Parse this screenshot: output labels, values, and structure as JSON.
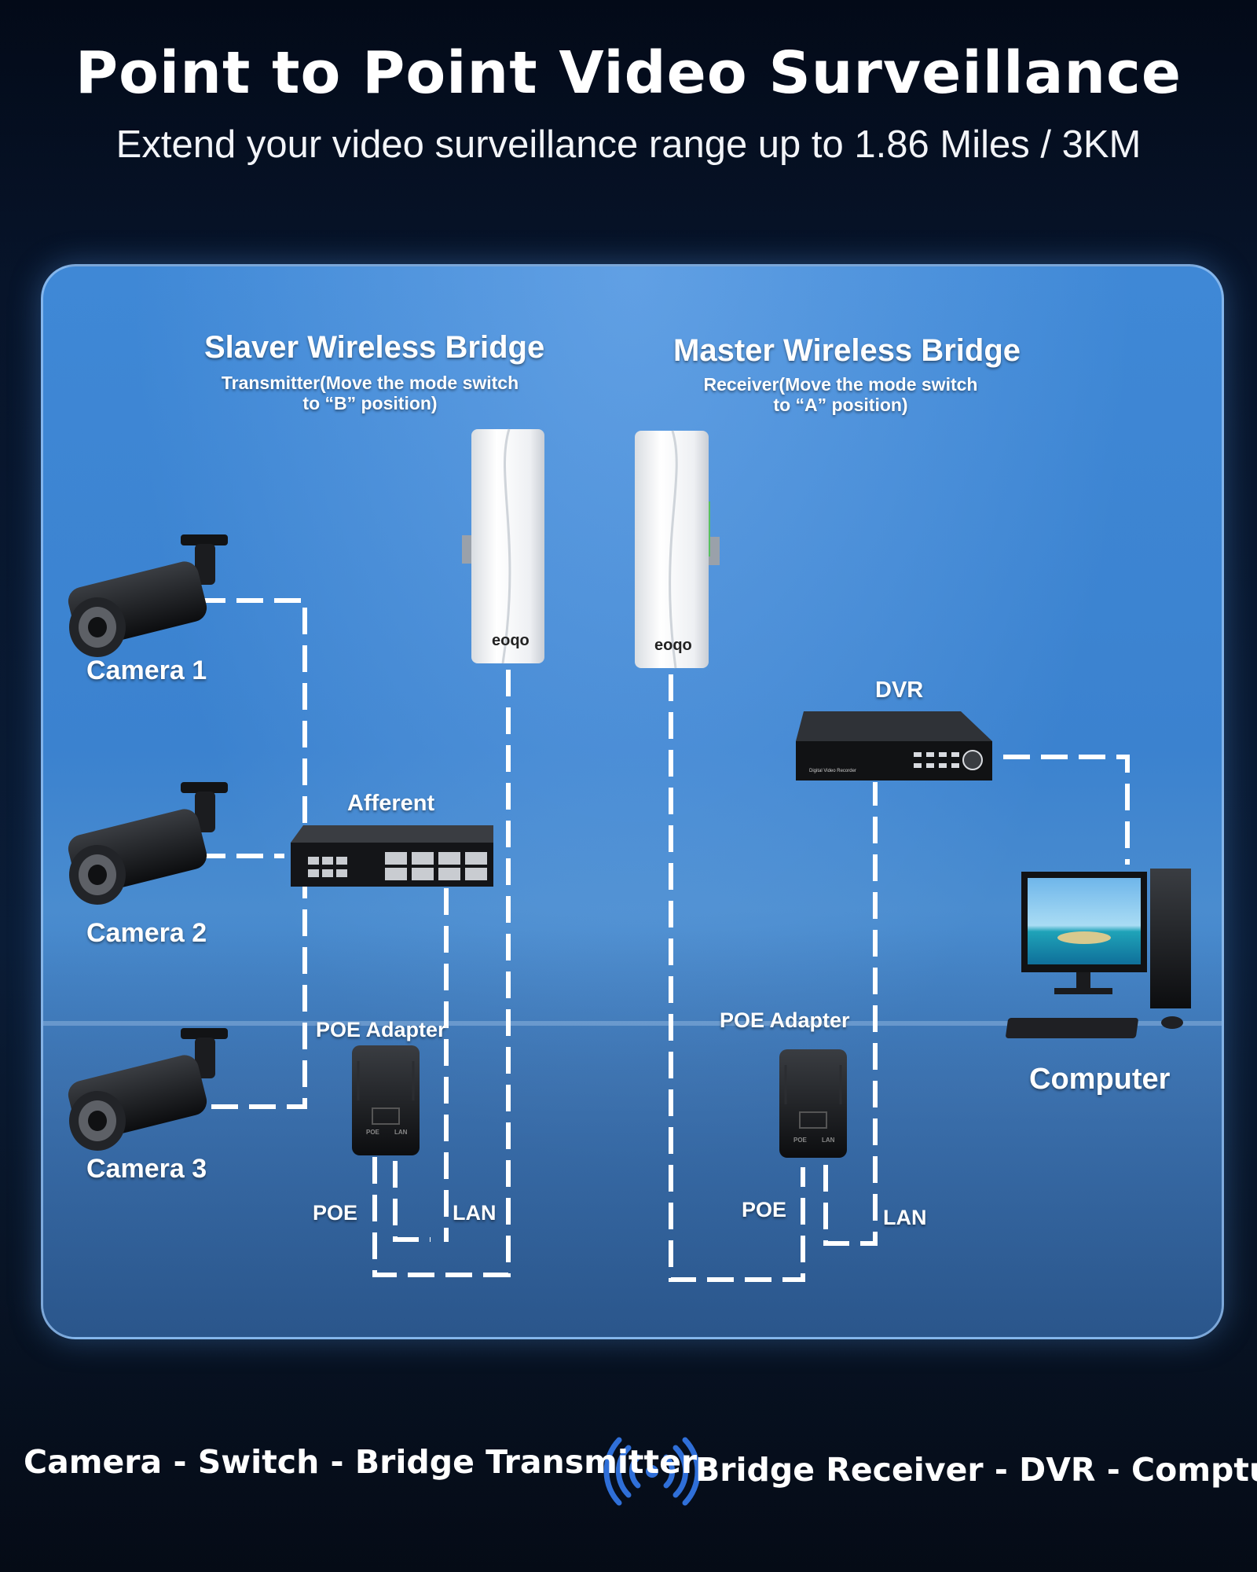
{
  "header": {
    "title": "Point to Point Video Surveillance",
    "subtitle": "Extend your video surveillance range up to 1.86 Miles / 3KM"
  },
  "bridges": {
    "slaver": {
      "title": "Slaver Wireless Bridge",
      "note_line1": "Transmitter(Move the mode switch",
      "note_line2": "to “B” position)",
      "brand": "eoqo"
    },
    "master": {
      "title": "Master Wireless Bridge",
      "note_line1": "Receiver(Move the mode switch",
      "note_line2": "to “A” position)",
      "brand": "eoqo"
    }
  },
  "cameras": [
    "Camera 1",
    "Camera 2",
    "Camera 3"
  ],
  "devices": {
    "switch": "Afferent",
    "poe_adapter_left": "POE Adapter",
    "poe_adapter_right": "POE Adapter",
    "dvr": "DVR",
    "dvr_brand": "Digital Video Recorder",
    "computer": "Computer",
    "poe_left": "POE",
    "lan_left": "LAN",
    "poe_right": "POE",
    "lan_right": "LAN",
    "poe_port": "POE",
    "lan_port": "LAN"
  },
  "footer": {
    "left": "Camera - Switch - Bridge Transmitter",
    "right": "Bridge Receiver - DVR - Comptuer",
    "icon": "wireless-signal-icon"
  },
  "colors": {
    "background": "#07142a",
    "panel": "#3f88d6",
    "cable": "#ffffff",
    "signal_icon": "#2f6fd8"
  }
}
